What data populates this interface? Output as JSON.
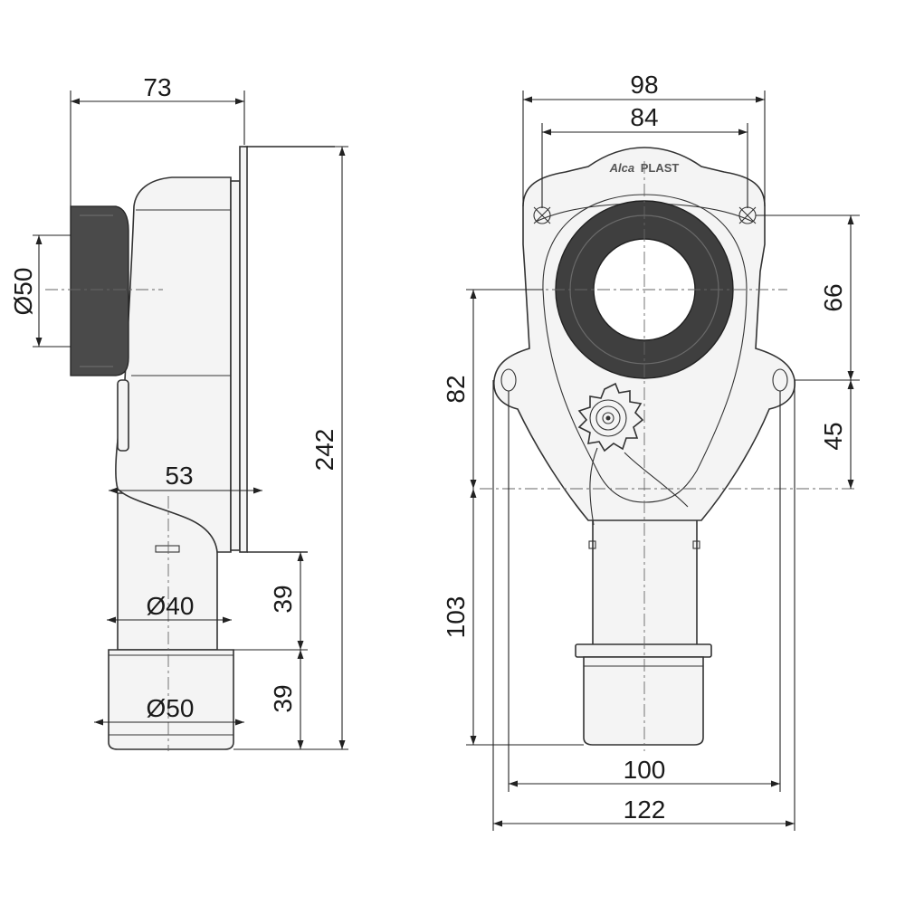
{
  "brand": {
    "name": "Alca",
    "suffix": "PLAST"
  },
  "dimensions": {
    "side_width": "73",
    "side_inlet_diameter": "Ø50",
    "side_height": "242",
    "side_offset": "53",
    "side_outlet_diameter_40": "Ø40",
    "side_segment_upper": "39",
    "side_segment_lower": "39",
    "side_outlet_diameter_50": "Ø50",
    "front_outer_width": "98",
    "front_hole_spacing": "84",
    "front_upper_height": "66",
    "front_middle_height": "45",
    "front_center_height": "82",
    "front_lower_height": "103",
    "front_flange_width": "100",
    "front_overall_width": "122"
  },
  "colors": {
    "outline": "#333333",
    "rubber": "#4a4a4a",
    "body": "#f4f4f4",
    "background": "#ffffff"
  }
}
